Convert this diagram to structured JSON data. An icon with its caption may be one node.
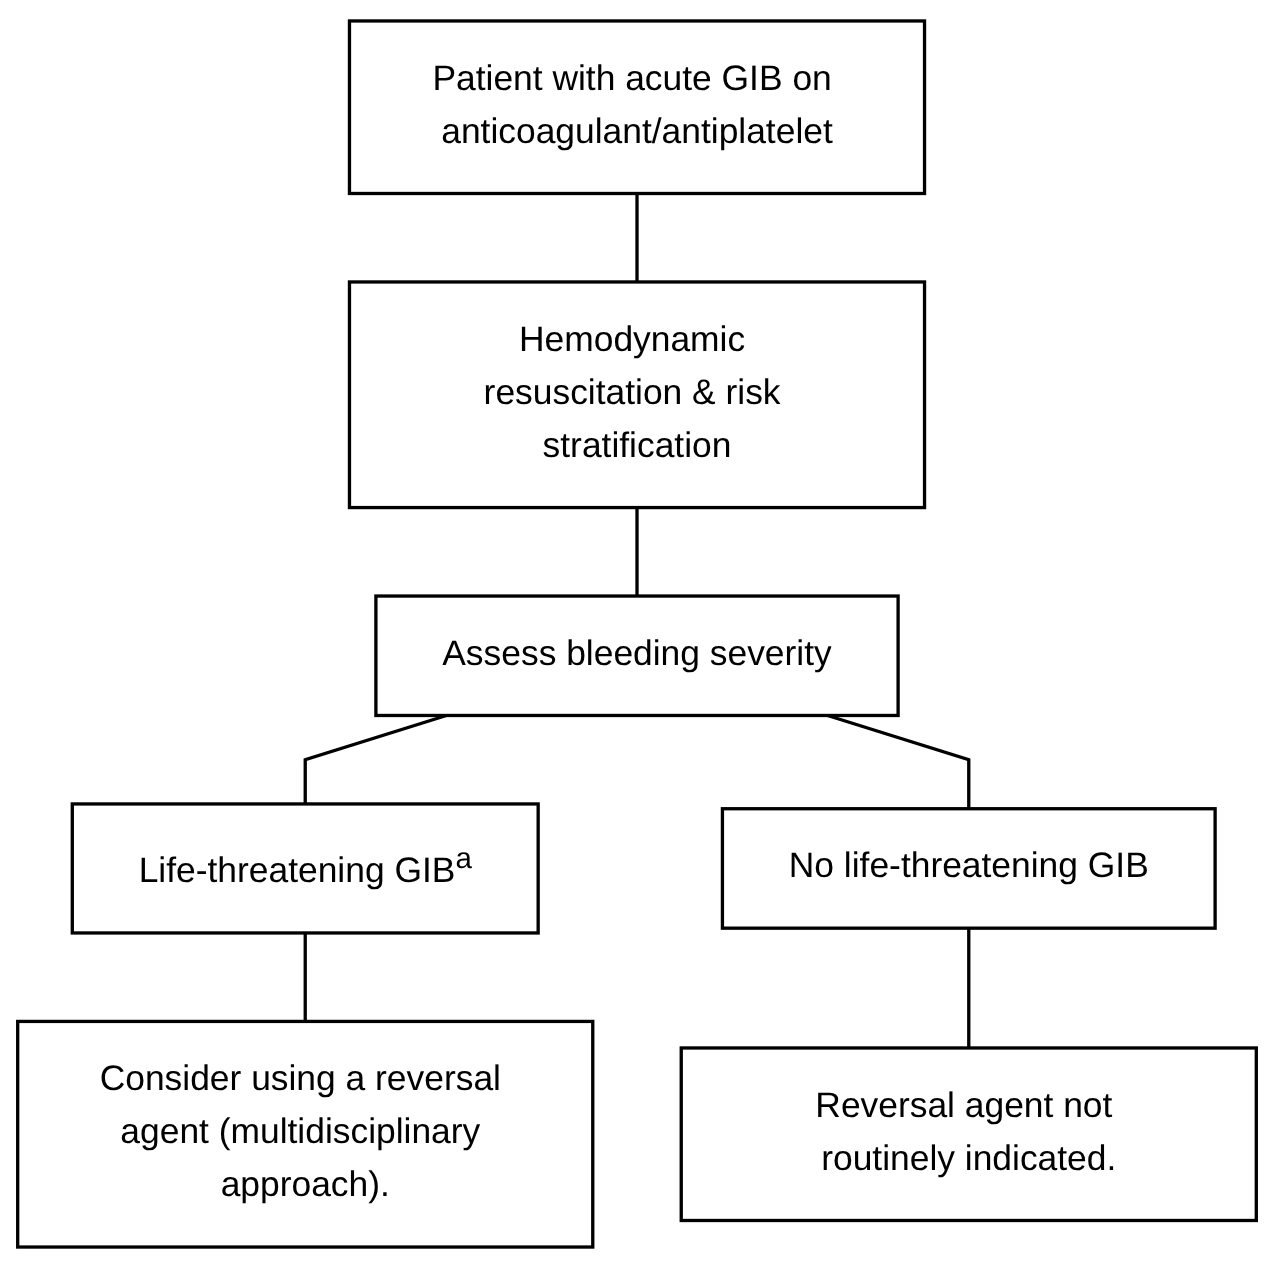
{
  "diagram": {
    "nodes": [
      {
        "text": [
          "Patient with acute GIB on anticoagulant/antiplatelet"
        ]
      },
      {
        "text": [
          "Hemodynamic resuscitation & risk stratification"
        ]
      },
      {
        "text": [
          "Assess bleeding severity"
        ]
      },
      {
        "text": [
          "Life-threatening GIB$^{a}$"
        ]
      },
      {
        "text": [
          "No life-threatening GIB"
        ]
      },
      {
        "text": [
          "Consider using a reversal agent (multidisciplinary approach)."
        ]
      },
      {
        "text": [
          "Reversal agent not routinely indicated."
        ]
      }
    ],
    "edges": [
      {
        "from": 0,
        "to": 1,
        "arrow": "none"
      },
      {
        "from": 1,
        "to": 2,
        "arrow": "none"
      },
      {
        "from": 2,
        "to": 3,
        "arrow": "none"
      },
      {
        "from": 2,
        "to": 4,
        "arrow": "none"
      },
      {
        "from": 3,
        "to": 5,
        "arrow": "none"
      },
      {
        "from": 4,
        "to": 6,
        "arrow": "none"
      }
    ]
  }
}
